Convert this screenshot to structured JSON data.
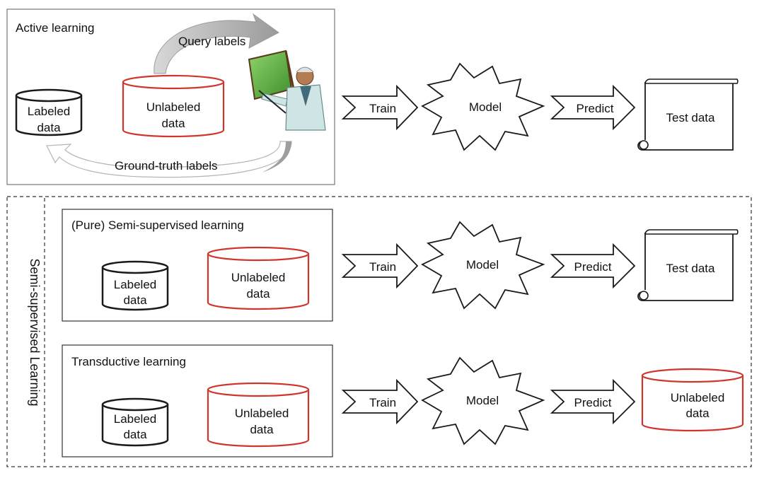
{
  "active": {
    "title": "Active learning",
    "labeled": [
      "Labeled",
      "data"
    ],
    "unlabeled": [
      "Unlabeled",
      "data"
    ],
    "query_labels": "Query labels",
    "ground_truth": "Ground-truth labels",
    "train": "Train",
    "model": "Model",
    "predict": "Predict",
    "output": "Test data"
  },
  "ssl_title": "Semi-supervised Learning",
  "pure": {
    "title": "(Pure) Semi-supervised learning",
    "labeled": [
      "Labeled",
      "data"
    ],
    "unlabeled": [
      "Unlabeled",
      "data"
    ],
    "train": "Train",
    "model": "Model",
    "predict": "Predict",
    "output": "Test data"
  },
  "transductive": {
    "title": "Transductive learning",
    "labeled": [
      "Labeled",
      "data"
    ],
    "unlabeled": [
      "Unlabeled",
      "data"
    ],
    "train": "Train",
    "model": "Model",
    "predict": "Predict",
    "output": [
      "Unlabeled",
      "data"
    ]
  },
  "colors": {
    "labeled": "#1a1a1a",
    "unlabeled": "#d0362c",
    "arc": "#bdbdbd",
    "screen": "#6fbf4a"
  }
}
